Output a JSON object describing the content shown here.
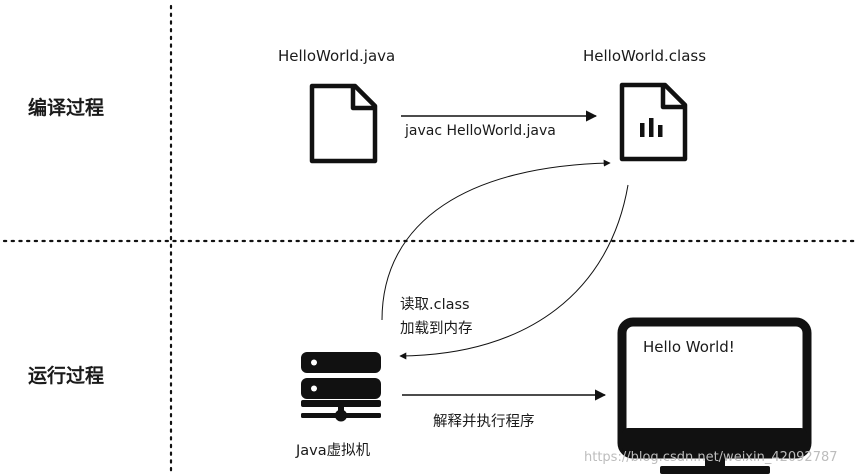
{
  "phases": {
    "compile": "编译过程",
    "run": "运行过程"
  },
  "files": {
    "source": "HelloWorld.java",
    "compiled": "HelloWorld.class"
  },
  "edges": {
    "compile_command": "javac  HelloWorld.java",
    "load_line1": "读取.class",
    "load_line2": "加载到内存",
    "execute": "解释并执行程序"
  },
  "jvm_label": "Java虚拟机",
  "monitor_text": "Hello World!",
  "watermark": "https://blog.csdn.net/weixin_42092787",
  "icons": [
    "java-file-icon",
    "class-file-icon",
    "jvm-server-icon",
    "monitor-icon"
  ],
  "colors": {
    "ink": "#111111",
    "watermark": "#bdbdbd"
  }
}
